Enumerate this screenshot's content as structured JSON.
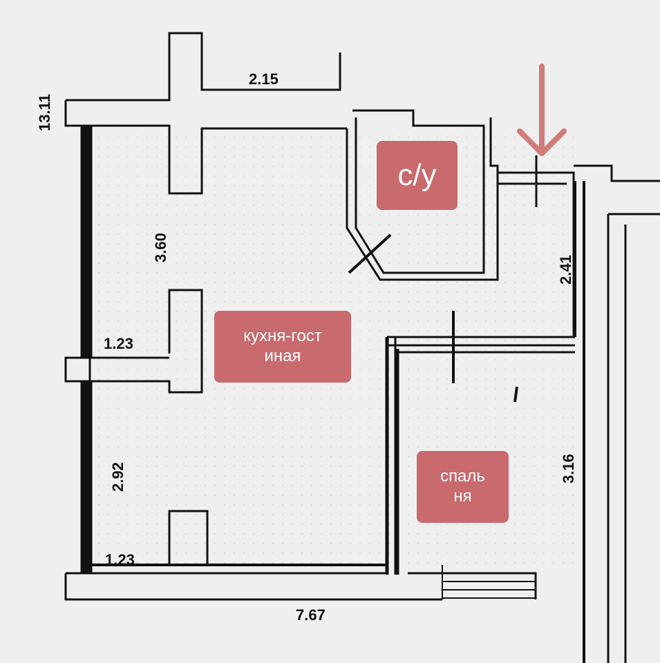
{
  "plan": {
    "dimensions": {
      "top_wall": "2.15",
      "overall_height": "13.11",
      "kitchen_upper": "3.60",
      "window_pier_upper": "1.23",
      "kitchen_lower": "2.92",
      "window_pier_lower": "1.23",
      "corridor": "2.41",
      "bedroom": "3.16",
      "overall_width": "7.67"
    },
    "rooms": {
      "bathroom": "с/у",
      "kitchen_living": "кухня-гост\nиная",
      "bedroom": "спаль\nня"
    },
    "marker": {
      "type": "arrow-down",
      "color": "#d17b7b"
    },
    "label_color": "#c86a6e",
    "wall_color": "#111111"
  }
}
